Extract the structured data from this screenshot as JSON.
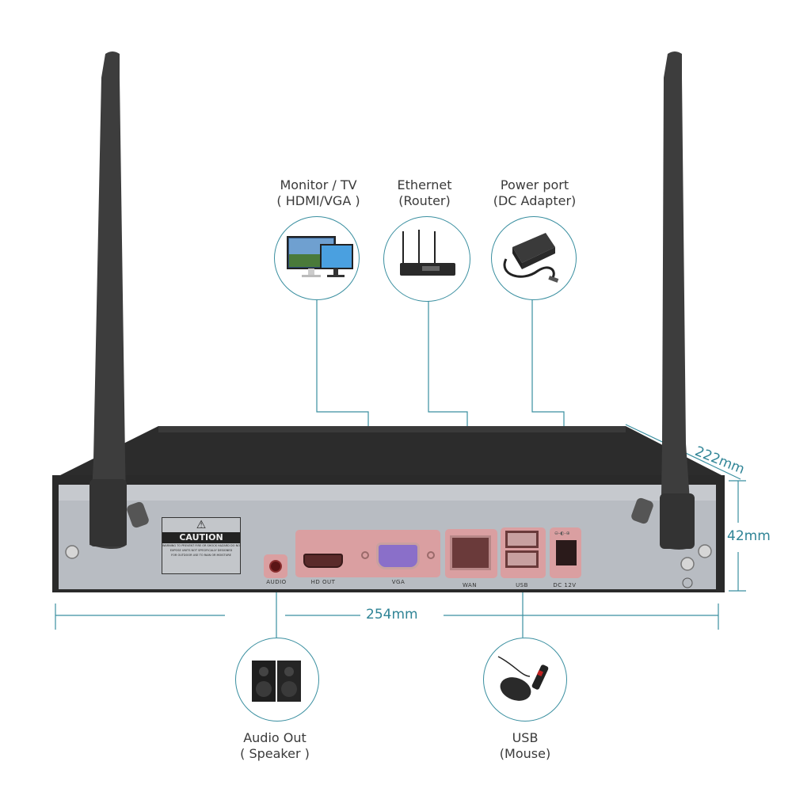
{
  "callouts_top": [
    {
      "id": "monitor",
      "title": "Monitor / TV",
      "subtitle": "( HDMI/VGA )",
      "icon": "monitor-icon"
    },
    {
      "id": "ethernet",
      "title": "Ethernet",
      "subtitle": "(Router)",
      "icon": "router-icon"
    },
    {
      "id": "power",
      "title": "Power port",
      "subtitle": "(DC Adapter)",
      "icon": "power-adapter-icon"
    }
  ],
  "callouts_bottom": [
    {
      "id": "audio",
      "title": "Audio Out",
      "subtitle": "( Speaker )",
      "icon": "speaker-icon"
    },
    {
      "id": "usb",
      "title": "USB",
      "subtitle": "(Mouse)",
      "icon": "mouse-icon"
    }
  ],
  "ports": {
    "audio": "AUDIO",
    "hdmi": "HD OUT",
    "vga": "VGA",
    "wan": "WAN",
    "usb": "USB",
    "dc": "DC 12V"
  },
  "caution": {
    "title": "CAUTION",
    "lines": [
      "WARNING TO PREVENT FIRE OR SHOCK HAZARD DO NOT",
      "EXPOSE UNITS NOT SPECIFICALLY DESIGNED",
      "FOR OUTDOOR USE TO RAIN OR MOISTURE"
    ]
  },
  "dimensions": {
    "width": "254mm",
    "depth": "222mm",
    "height": "42mm"
  },
  "colors": {
    "accent": "#3a8fa0",
    "port_highlight": "#e69696"
  }
}
